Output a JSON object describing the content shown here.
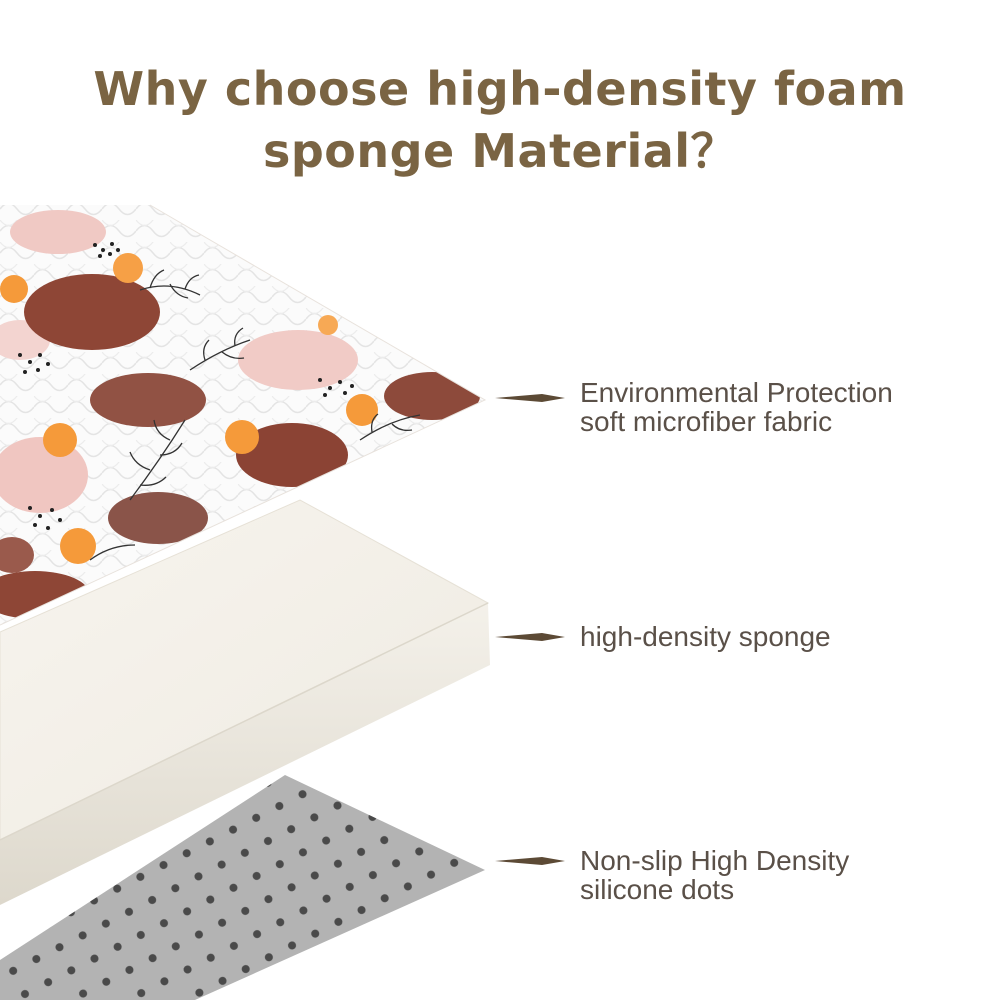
{
  "title": {
    "line1": "Why choose high-density foam",
    "line2": "sponge Material？"
  },
  "layers": [
    {
      "line1": "Environmental Protection",
      "line2": "soft microfiber fabric"
    },
    {
      "line1": "high-density sponge",
      "line2": ""
    },
    {
      "line1": "Non-slip High Density",
      "line2": "silicone dots"
    }
  ],
  "colors": {
    "title": "#7a6443",
    "label": "#5a5048",
    "pointer": "#5c4a35",
    "fabric_brown": "#8e4636",
    "fabric_pink": "#f0c9c4",
    "fabric_orange": "#f59a3a",
    "sponge": "#f6f3ec",
    "dot_sheet": "#adadad",
    "dots": "#4a4a4a"
  }
}
